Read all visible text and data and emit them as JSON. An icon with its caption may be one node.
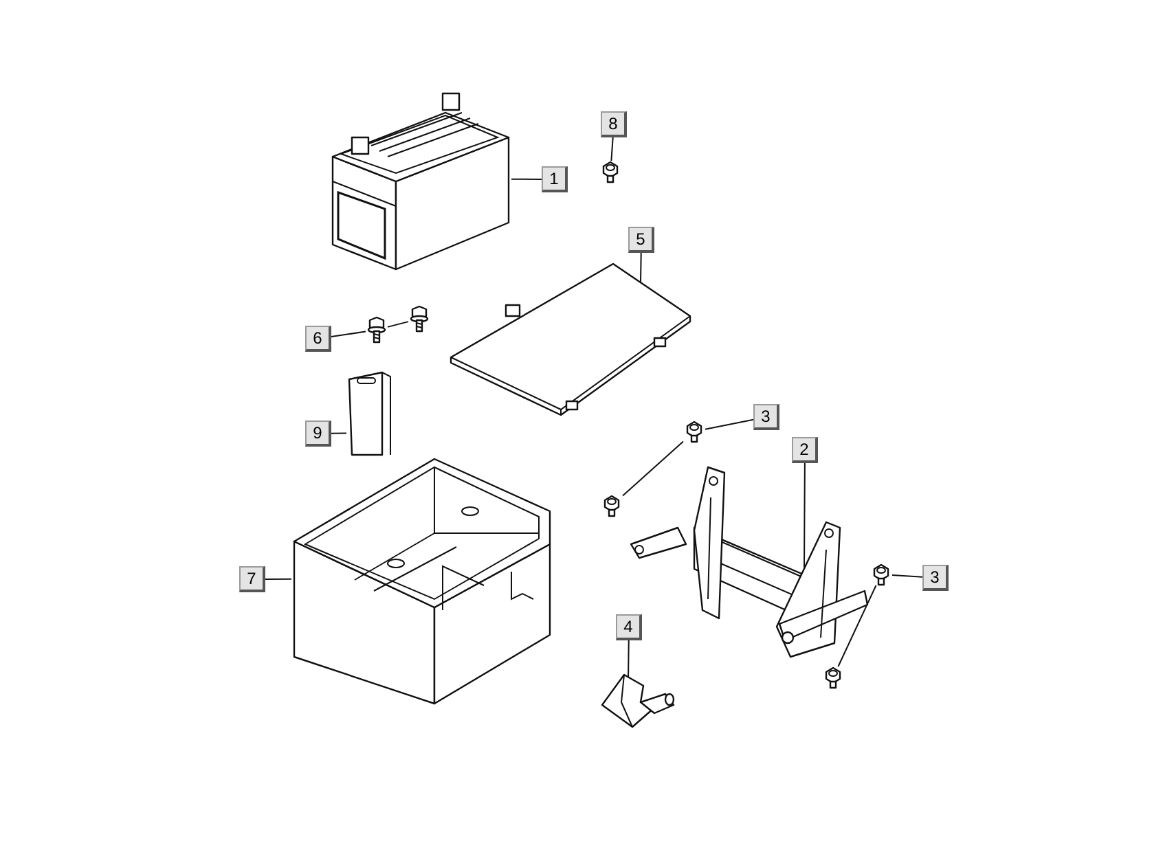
{
  "diagram": {
    "nodes": [
      {
        "text": [],
        "shape": "picture"
      },
      {
        "text": [
          "1"
        ]
      },
      {
        "text": [
          "8"
        ]
      },
      {
        "text": [],
        "shape": "picture"
      },
      {
        "text": [
          "5"
        ]
      },
      {
        "text": [],
        "shape": "picture"
      },
      {
        "text": [
          "6"
        ]
      },
      {
        "text": [],
        "shape": "picture"
      },
      {
        "text": [],
        "shape": "picture"
      },
      {
        "text": [],
        "shape": "picture"
      },
      {
        "text": [
          "9"
        ]
      },
      {
        "text": [
          "3"
        ]
      },
      {
        "text": [],
        "shape": "picture"
      },
      {
        "text": [],
        "shape": "picture"
      },
      {
        "text": [],
        "shape": "picture"
      },
      {
        "text": [
          "2"
        ]
      },
      {
        "text": [],
        "shape": "picture"
      },
      {
        "text": [
          "7"
        ]
      },
      {
        "text": [
          "3"
        ]
      },
      {
        "text": [],
        "shape": "picture"
      },
      {
        "text": [
          "4"
        ]
      },
      {
        "text": [],
        "shape": "picture"
      },
      {
        "text": [],
        "shape": "picture"
      }
    ],
    "edges": [
      {
        "from": 1,
        "to": 0,
        "arrow": "none"
      },
      {
        "from": 2,
        "to": 3,
        "arrow": "none"
      },
      {
        "from": 4,
        "to": 5,
        "arrow": "none"
      },
      {
        "from": 6,
        "to": 7,
        "arrow": "none"
      },
      {
        "from": 7,
        "to": 8,
        "arrow": "none"
      },
      {
        "from": 10,
        "to": 9,
        "arrow": "none"
      },
      {
        "from": 11,
        "to": 12,
        "arrow": "none"
      },
      {
        "from": 12,
        "to": 16,
        "arrow": "none"
      },
      {
        "from": 15,
        "to": 14,
        "arrow": "none"
      },
      {
        "from": 17,
        "to": 13,
        "arrow": "none"
      },
      {
        "from": 18,
        "to": 19,
        "arrow": "none"
      },
      {
        "from": 19,
        "to": 22,
        "arrow": "none"
      },
      {
        "from": 20,
        "to": 21,
        "arrow": "none"
      }
    ]
  }
}
